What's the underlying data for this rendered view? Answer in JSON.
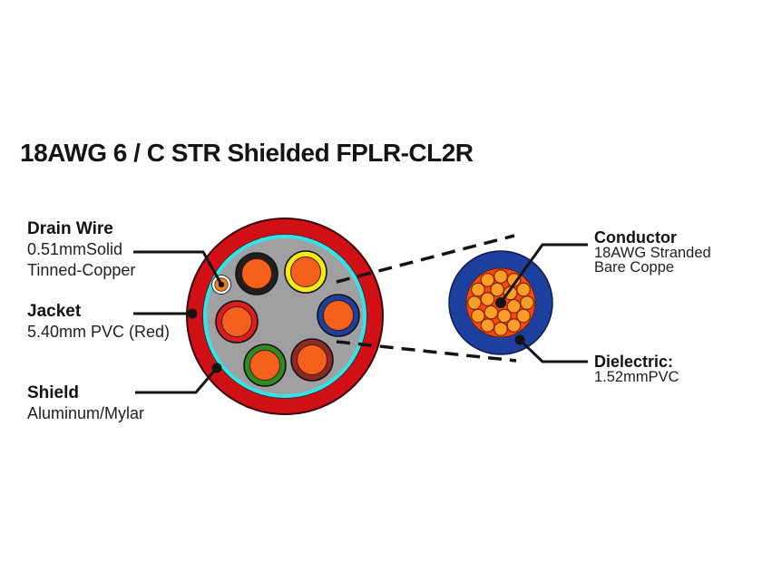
{
  "title": "18AWG 6 / C STR Shielded FPLR-CL2R",
  "labels": {
    "drain_wire": {
      "title": "Drain Wire",
      "line1": "0.51mmSolid",
      "line2": "Tinned-Copper"
    },
    "jacket": {
      "title": "Jacket",
      "line1": "5.40mm PVC (Red)"
    },
    "shield": {
      "title": "Shield",
      "line1": "Aluminum/Mylar"
    },
    "conductor": {
      "title": "Conductor",
      "line1": "18AWG Stranded",
      "line2": "Bare Coppe"
    },
    "dielectric": {
      "title": "Dielectric:",
      "line1": "1.52mmPVC"
    }
  },
  "colors": {
    "background": "#ffffff",
    "text": "#141414",
    "line": "#141414",
    "jacket_red": "#d11016",
    "shield_cyan": "#35e2e6",
    "interior_gray": "#a0a0a2",
    "core_orange": "#f4611c",
    "drain_orange": "#e8821e",
    "drain_ring_white": "#ffffff",
    "detail_blue": "#1d3f9e",
    "detail_core": "#f94b0b",
    "strand_orange": "#fb9e28"
  },
  "cable": {
    "conductors": [
      {
        "name": "black",
        "color": "#1f1f1f"
      },
      {
        "name": "yellow",
        "color": "#f6eb0e"
      },
      {
        "name": "blue",
        "color": "#1d3f9e"
      },
      {
        "name": "brown",
        "color": "#8e2a25"
      },
      {
        "name": "green",
        "color": "#2f8b1f"
      },
      {
        "name": "red",
        "color": "#dd1c20"
      }
    ]
  }
}
